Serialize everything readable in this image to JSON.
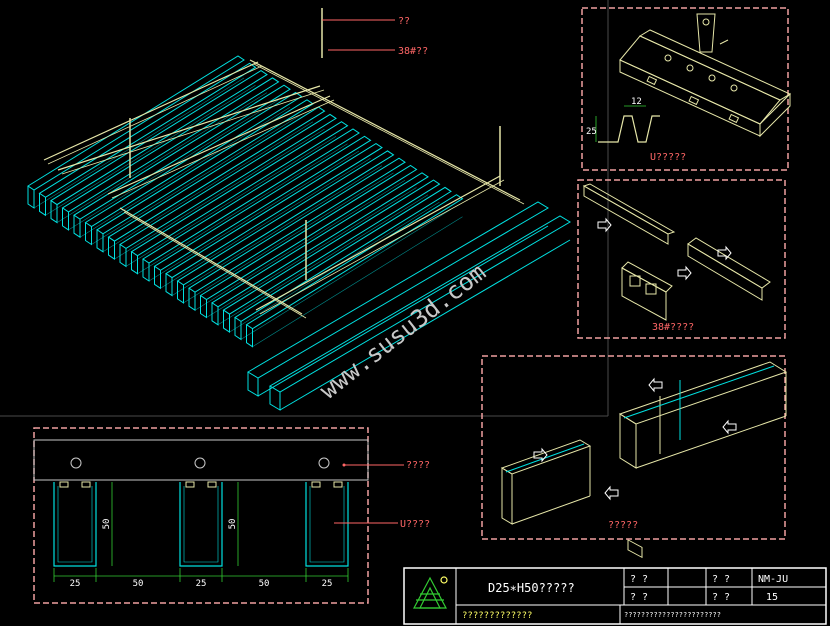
{
  "labels": {
    "hanger_rod": "??",
    "main_runner": "38#??",
    "u_detail_title": "U?????",
    "u_dim_width": "12",
    "u_dim_height": "25",
    "joint_title": "38#????",
    "splice_title": "?????",
    "section_hanger": "????",
    "section_u": "U????"
  },
  "watermark": "www.susu3d.com",
  "section_dims": {
    "height": "50",
    "widths": [
      "25",
      "50",
      "25",
      "50",
      "25"
    ]
  },
  "title_block": {
    "product": "D25∗H50?????",
    "subtitle": "?????????????",
    "cell_a1": "? ?",
    "cell_a2": "? ?",
    "cell_b1": "? ?",
    "cell_b2": "? ?",
    "code": "NM-JU",
    "sheet": "15",
    "footer": "???????????????????????"
  },
  "colors": {
    "background": "#000000",
    "slat": "#00e0e0",
    "frame": "#e6e6a8",
    "border_dash": "#f0a0a0",
    "panel_frame": "#c8c8c8",
    "dimension": "#33cc33",
    "text_red": "#ff6666",
    "text_yellow": "#ffff66",
    "watermark": "#c8c8c8"
  }
}
